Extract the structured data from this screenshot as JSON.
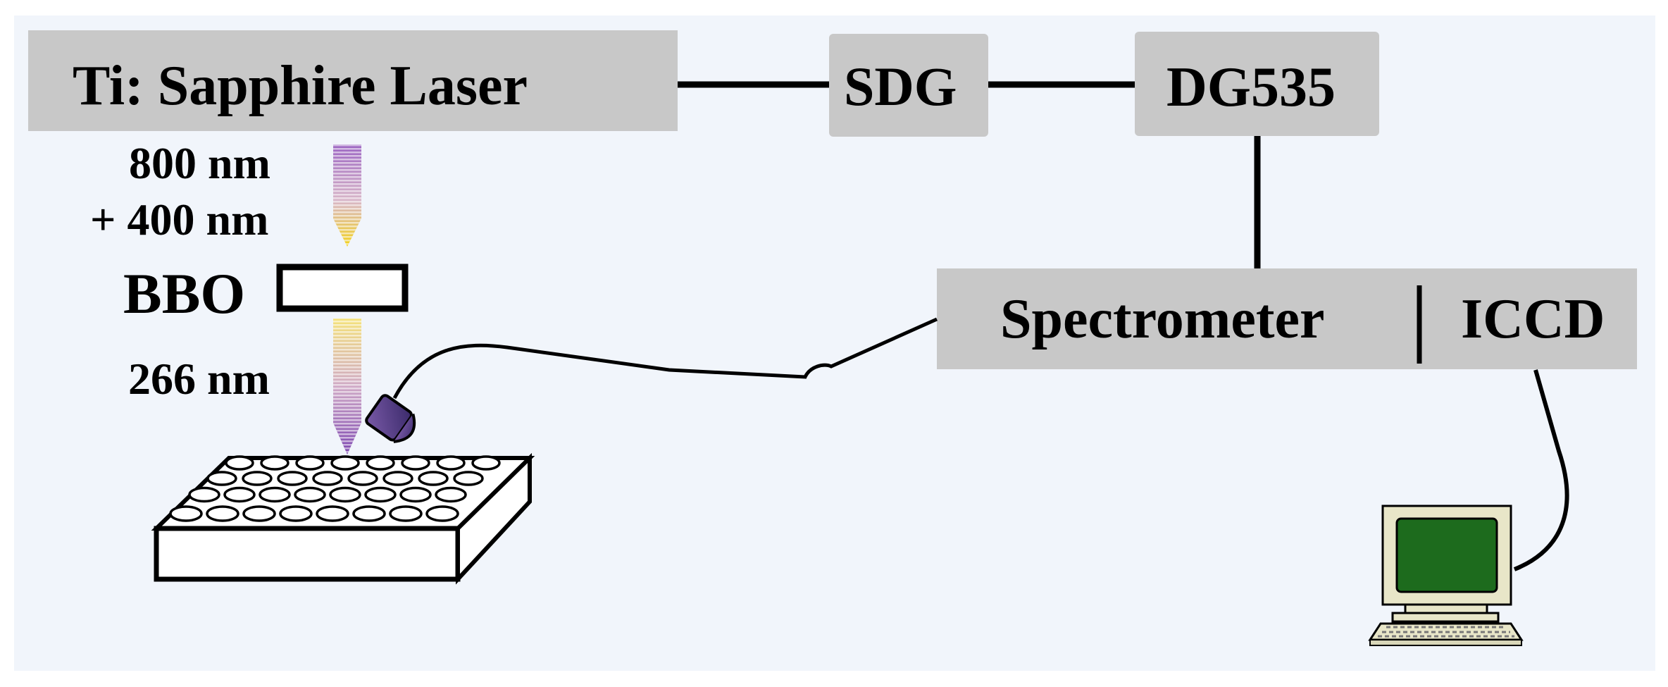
{
  "labels": {
    "laser": "Ti: Sapphire Laser",
    "sdg": "SDG",
    "dg535": "DG535",
    "wavelength_in_1": "800 nm",
    "wavelength_in_2": "+ 400 nm",
    "bbo": "BBO",
    "wavelength_out": "266 nm",
    "spectrometer": "Spectrometer",
    "iccd": "ICCD"
  },
  "colors": {
    "background": "#f1f5fb",
    "box_fill": "#c8c8c8",
    "beam_violet": "#8a4fb8",
    "beam_yellow": "#f2d21a",
    "screen_green": "#1d6b1d",
    "monitor_body": "#e8e6c8",
    "probe": "#5a3c8c"
  },
  "icons": [
    "laser-box",
    "delay-generator-box",
    "bbo-crystal",
    "well-plate",
    "fiber-probe",
    "computer-icon"
  ]
}
